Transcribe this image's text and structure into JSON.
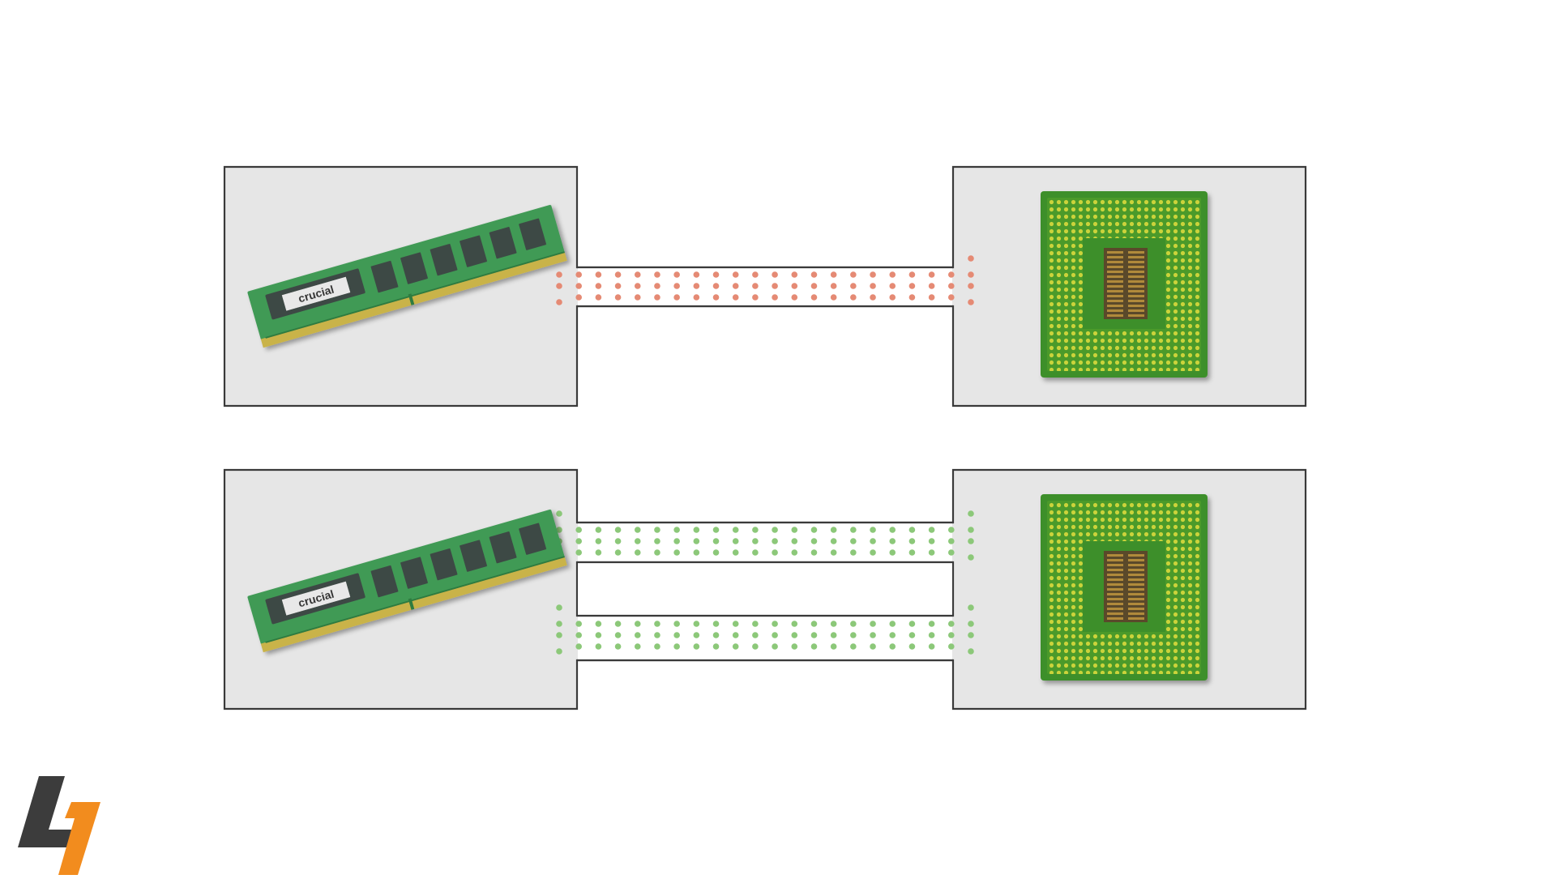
{
  "diagram": {
    "rows": [
      {
        "id": "single-channel",
        "channels": 1,
        "dot_color": "#e58a74"
      },
      {
        "id": "dual-channel",
        "channels": 2,
        "dot_color": "#8cc879"
      }
    ],
    "ram": {
      "brand_text": "crucial"
    },
    "colors": {
      "box_fill": "#e6e6e6",
      "box_stroke": "#3a3a3a",
      "pcb_green": "#3f9a54",
      "chip_dark": "#3e4a44",
      "gold": "#c9b34a",
      "cpu_green": "#4c9a2a",
      "cpu_pin": "#cbd33a"
    }
  },
  "logo": {
    "name": "L7 logo",
    "colors": {
      "dark": "#3c3c3c",
      "accent": "#f28c1e"
    }
  }
}
